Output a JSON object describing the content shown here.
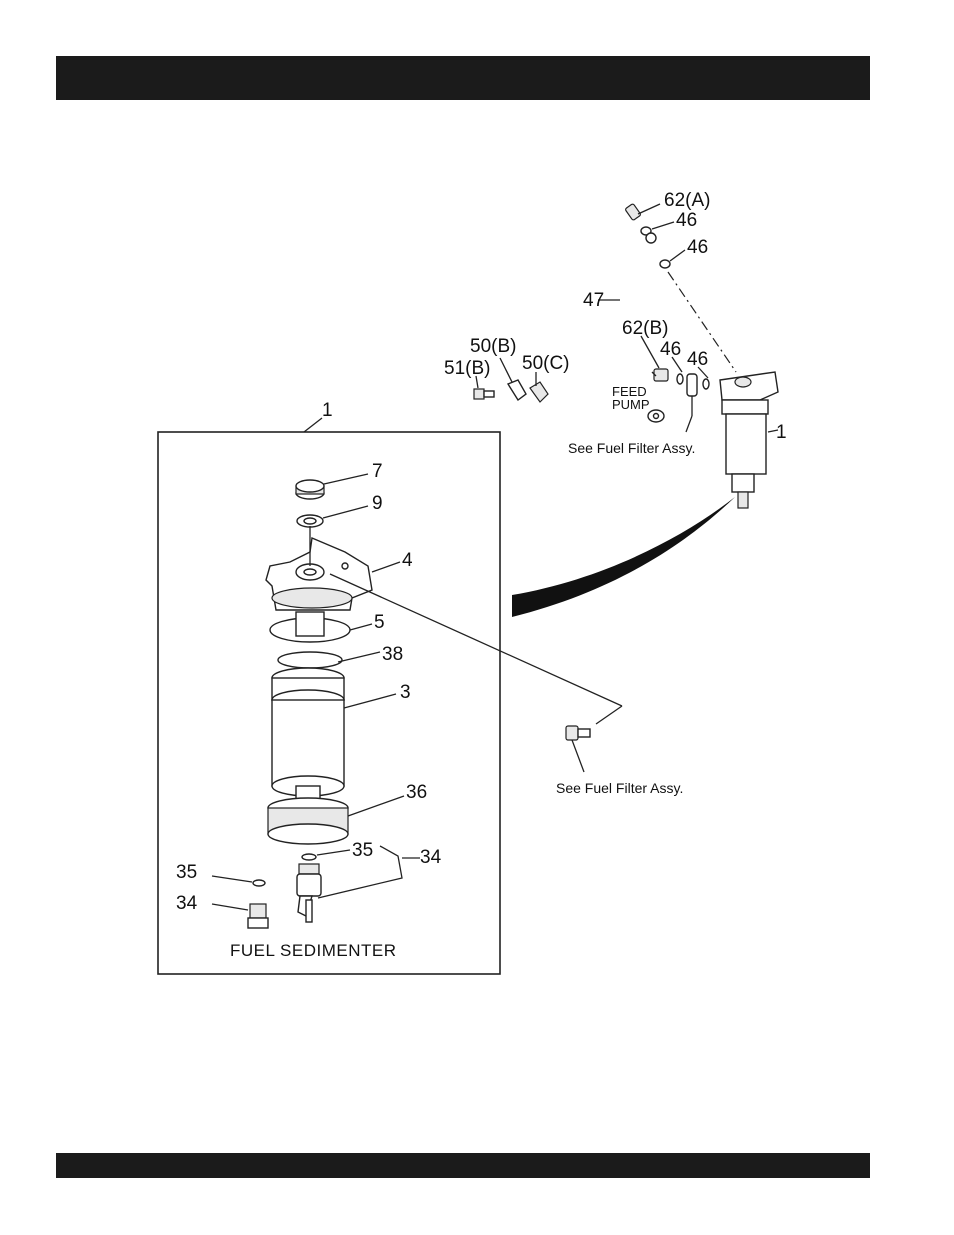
{
  "diagram": {
    "callouts": {
      "c62a": "62(A)",
      "c46a": "46",
      "c46b": "46",
      "c47": "47",
      "c62b": "62(B)",
      "c46c": "46",
      "c46d": "46",
      "c50b": "50(B)",
      "c51b": "51(B)",
      "c50c": "50(C)",
      "c1_assy": "1",
      "c1_box": "1",
      "c7": "7",
      "c9": "9",
      "c4": "4",
      "c5": "5",
      "c38": "38",
      "c3": "3",
      "c36": "36",
      "c35a": "35",
      "c34a": "34",
      "c35b": "35",
      "c34b": "34"
    },
    "feed_pump_line1": "FEED",
    "feed_pump_line2": "PUMP",
    "see_fuel_filter_1": "See Fuel Filter Assy.",
    "see_fuel_filter_2": "See Fuel Filter Assy.",
    "caption": "FUEL  SEDIMENTER"
  }
}
